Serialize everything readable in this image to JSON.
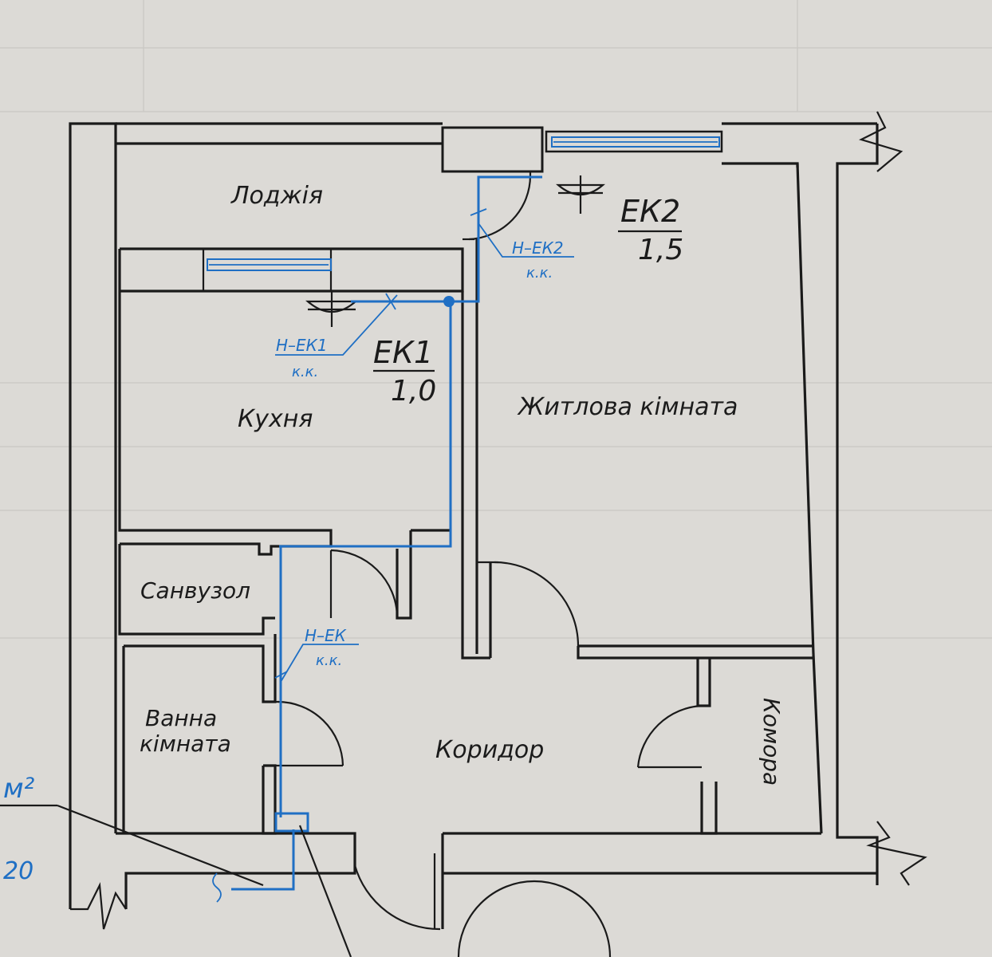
{
  "rooms": {
    "loggia": "Лоджія",
    "kitchen": "Кухня",
    "living": "Житлова кімната",
    "wc": "Санвузол",
    "bath_line1": "Ванна",
    "bath_line2": "кімната",
    "corridor": "Коридор",
    "pantry": "Комора"
  },
  "radiators": {
    "ek1": {
      "name": "ЕК1",
      "value": "1,0"
    },
    "ek2": {
      "name": "ЕК2",
      "value": "1,5"
    }
  },
  "risers": {
    "h_ek1": {
      "name": "Н–ЕК1",
      "note": "к.к."
    },
    "h_ek2": {
      "name": "Н–ЕК2",
      "note": "к.к."
    },
    "h_ek": {
      "name": "Н–ЕК",
      "note": "к.к."
    }
  },
  "margin": {
    "unit": "м²",
    "number": "20"
  },
  "colors": {
    "ink": "#1a1a1a",
    "pipe": "#1f6fc4",
    "paper": "#dcdad6"
  }
}
